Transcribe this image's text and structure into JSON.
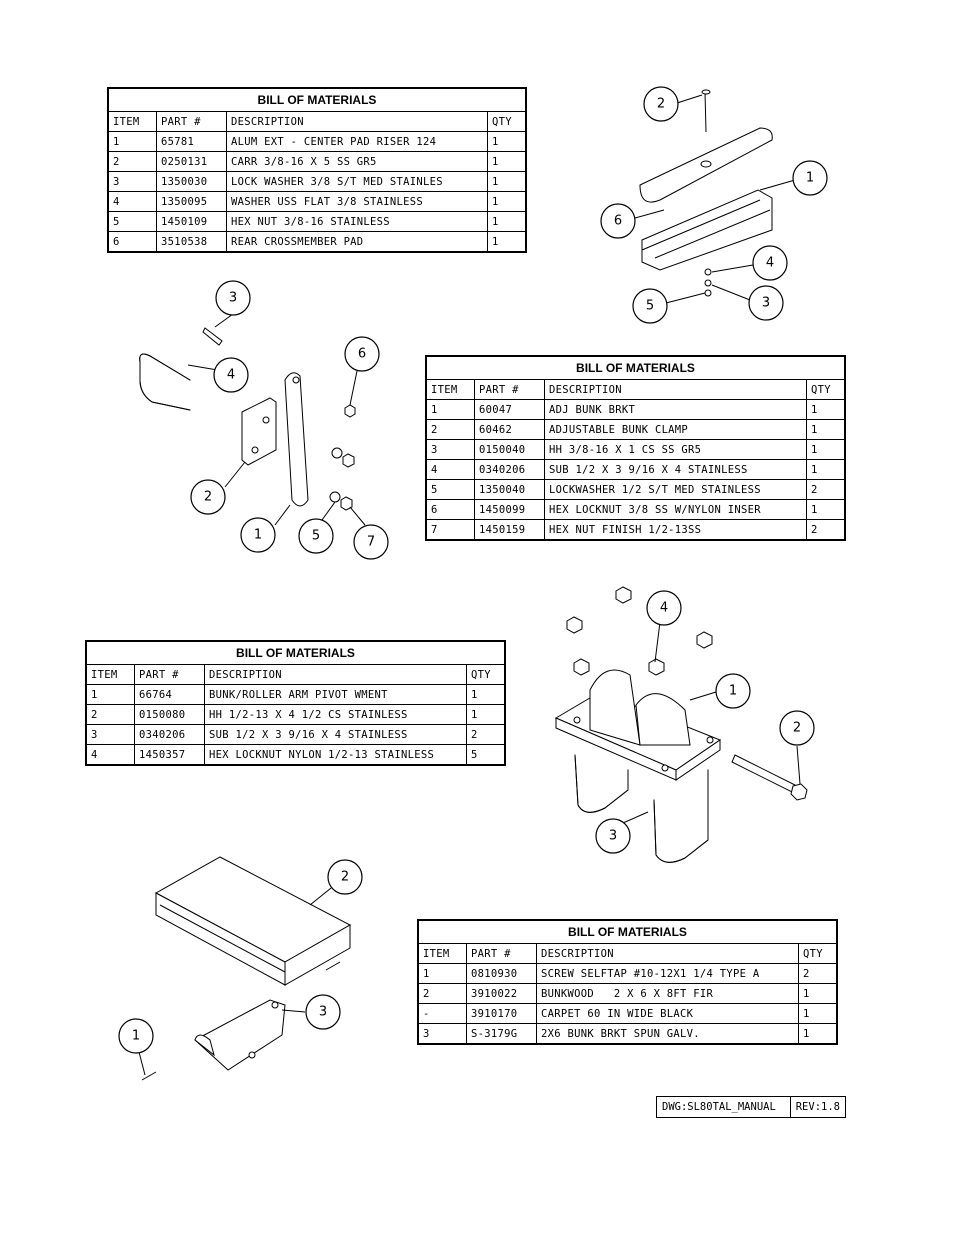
{
  "bom_tables": [
    {
      "title": "BILL OF MATERIALS",
      "headers": [
        "ITEM",
        "PART #",
        "DESCRIPTION",
        "QTY"
      ],
      "rows": [
        [
          "1",
          "65781",
          "ALUM EXT - CENTER PAD RISER 124",
          "1"
        ],
        [
          "2",
          "0250131",
          "CARR 3/8-16 X 5 SS GR5",
          "1"
        ],
        [
          "3",
          "1350030",
          "LOCK WASHER 3/8 S/T MED STAINLES",
          "1"
        ],
        [
          "4",
          "1350095",
          "WASHER USS FLAT 3/8 STAINLESS",
          "1"
        ],
        [
          "5",
          "1450109",
          "HEX NUT 3/8-16 STAINLESS",
          "1"
        ],
        [
          "6",
          "3510538",
          "REAR CROSSMEMBER PAD",
          "1"
        ]
      ]
    },
    {
      "title": "BILL OF MATERIALS",
      "headers": [
        "ITEM",
        "PART #",
        "DESCRIPTION",
        "QTY"
      ],
      "rows": [
        [
          "1",
          "60047",
          "ADJ BUNK BRKT",
          "1"
        ],
        [
          "2",
          "60462",
          "ADJUSTABLE BUNK CLAMP",
          "1"
        ],
        [
          "3",
          "0150040",
          "HH 3/8-16 X 1 CS SS GR5",
          "1"
        ],
        [
          "4",
          "0340206",
          "SUB 1/2 X 3 9/16 X 4 STAINLESS",
          "1"
        ],
        [
          "5",
          "1350040",
          "LOCKWASHER 1/2 S/T MED STAINLESS",
          "2"
        ],
        [
          "6",
          "1450099",
          "HEX LOCKNUT 3/8 SS W/NYLON INSER",
          "1"
        ],
        [
          "7",
          "1450159",
          "HEX NUT FINISH 1/2-13SS",
          "2"
        ]
      ]
    },
    {
      "title": "BILL OF MATERIALS",
      "headers": [
        "ITEM",
        "PART #",
        "DESCRIPTION",
        "QTY"
      ],
      "rows": [
        [
          "1",
          "66764",
          "BUNK/ROLLER ARM PIVOT WMENT",
          "1"
        ],
        [
          "2",
          "0150080",
          "HH 1/2-13 X 4 1/2 CS STAINLESS",
          "1"
        ],
        [
          "3",
          "0340206",
          "SUB 1/2 X 3 9/16 X 4 STAINLESS",
          "2"
        ],
        [
          "4",
          "1450357",
          "HEX LOCKNUT NYLON 1/2-13 STAINLESS",
          "5"
        ]
      ]
    },
    {
      "title": "BILL OF MATERIALS",
      "headers": [
        "ITEM",
        "PART #",
        "DESCRIPTION",
        "QTY"
      ],
      "rows": [
        [
          "1",
          "0810930",
          "SCREW SELFTAP #10-12X1 1/4 TYPE A",
          "2"
        ],
        [
          "2",
          "3910022",
          "BUNKWOOD   2 X 6 X 8FT FIR",
          "1"
        ],
        [
          "-",
          "3910170",
          "CARPET 60 IN WIDE BLACK",
          "1"
        ],
        [
          "3",
          "S-3179G",
          "2X6 BUNK BRKT SPUN GALV.",
          "1"
        ]
      ]
    }
  ],
  "balloons": {
    "pad_assembly": [
      "2",
      "1",
      "6",
      "4",
      "5",
      "3"
    ],
    "bunk_bracket": [
      "3",
      "4",
      "6",
      "2",
      "1",
      "5",
      "7"
    ],
    "pivot_assembly": [
      "4",
      "1",
      "2",
      "3"
    ],
    "bunk_assembly": [
      "2",
      "3",
      "1"
    ]
  },
  "title_block": {
    "dwg": "DWG:SL80TAL_MANUAL",
    "rev": "REV:1.8"
  }
}
